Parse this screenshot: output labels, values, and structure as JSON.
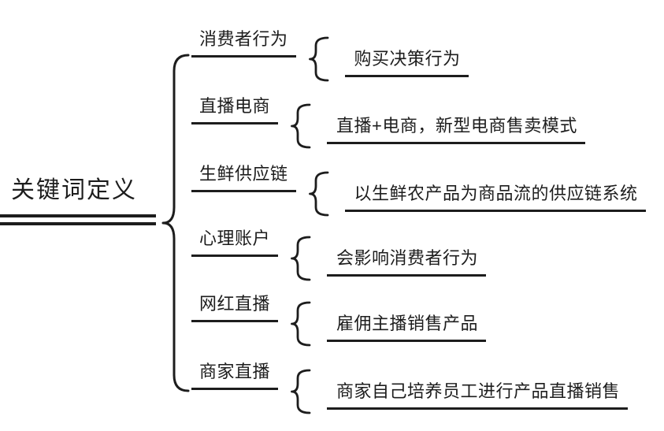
{
  "colors": {
    "line": "#1d1d1d",
    "text": "#1d1d1d",
    "background": "#ffffff"
  },
  "root": {
    "label": "关键词定义"
  },
  "branches": [
    {
      "topic": "消费者行为",
      "definition": "购买决策行为"
    },
    {
      "topic": "直播电商",
      "definition": "直播+电商，新型电商售卖模式"
    },
    {
      "topic": "生鲜供应链",
      "definition": "以生鲜农产品为商品流的供应链系统"
    },
    {
      "topic": "心理账户",
      "definition": "会影响消费者行为"
    },
    {
      "topic": "网红直播",
      "definition": "雇佣主播销售产品"
    },
    {
      "topic": "商家直播",
      "definition": "商家自己培养员工进行产品直播销售"
    }
  ]
}
